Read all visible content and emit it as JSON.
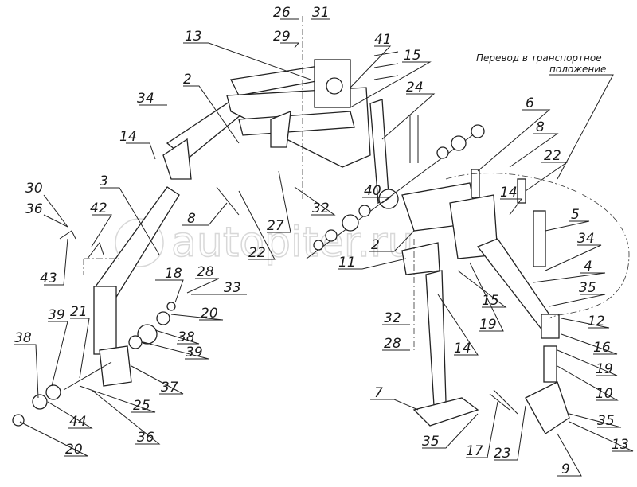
{
  "note": {
    "line1": "Перевод в транспортное",
    "line2": "положение"
  },
  "watermark": "autopiter.ru",
  "labels": [
    "26",
    "31",
    "29",
    "41",
    "13",
    "15",
    "24",
    "2",
    "34",
    "6",
    "8",
    "14",
    "22",
    "5",
    "40",
    "32",
    "27",
    "2",
    "14",
    "34",
    "4",
    "35",
    "12",
    "16",
    "19",
    "10",
    "35",
    "13",
    "9",
    "23",
    "17",
    "35",
    "7",
    "11",
    "15",
    "19",
    "14",
    "32",
    "28",
    "30",
    "36",
    "43",
    "3",
    "42",
    "8",
    "22",
    "18",
    "28",
    "33",
    "20",
    "38",
    "39",
    "37",
    "21",
    "39",
    "38",
    "25",
    "44",
    "36",
    "20"
  ]
}
